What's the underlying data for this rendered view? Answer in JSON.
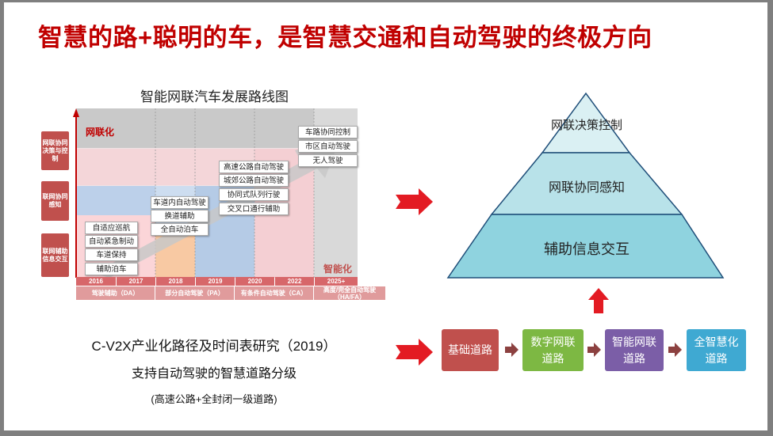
{
  "slide": {
    "title": "智慧的路+聪明的车，是智慧交通和自动驾驶的终极方向"
  },
  "roadmap": {
    "title": "智能网联汽车发展路线图",
    "levels": [
      {
        "label": "网联协同决策与控制"
      },
      {
        "label": "联网协同感知"
      },
      {
        "label": "联网辅助信息交互"
      }
    ],
    "band_labels": {
      "top": "网联化",
      "right": "智能化"
    },
    "years": [
      "2016",
      "2017",
      "2018",
      "2019",
      "2020",
      "2022",
      "2025+"
    ],
    "stages": [
      "驾驶辅助（DA）",
      "部分自动驾驶（PA）",
      "有条件自动驾驶（CA）",
      "高度/完全自动驾驶（HA/FA）"
    ],
    "functions": {
      "da": [
        "自适应巡航",
        "自动紧急制动",
        "车道保持",
        "辅助泊车"
      ],
      "pa": [
        "车道内自动驾驶",
        "换道辅助",
        "全自动泊车"
      ],
      "ca": [
        "高速公路自动驾驶",
        "城郊公路自动驾驶",
        "协同式队列行驶",
        "交叉口通行辅助"
      ],
      "ha": [
        "车路协同控制",
        "市区自动驾驶",
        "无人驾驶"
      ]
    }
  },
  "caption": {
    "line1": "C-V2X产业化路径及时间表研究（2019）",
    "line2": "支持自动驾驶的智慧道路分级",
    "line3": "(高速公路+全封闭一级道路)"
  },
  "pyramid": {
    "levels": [
      "网联决策控制",
      "网联协同感知",
      "辅助信息交互"
    ]
  },
  "chain": {
    "steps": [
      "基础道路",
      "数字网联道路",
      "智能网联道路",
      "全智慧化道路"
    ]
  },
  "colors": {
    "title_red": "#c00000",
    "arrow_red": "#e31b23",
    "pyramid_top": "#daf0f3",
    "pyramid_mid": "#b8e2e9",
    "pyramid_bottom": "#8fd3df",
    "step1": "#c0504d",
    "step2": "#7db843",
    "step3": "#7b5ea7",
    "step4": "#3fa9d2"
  }
}
